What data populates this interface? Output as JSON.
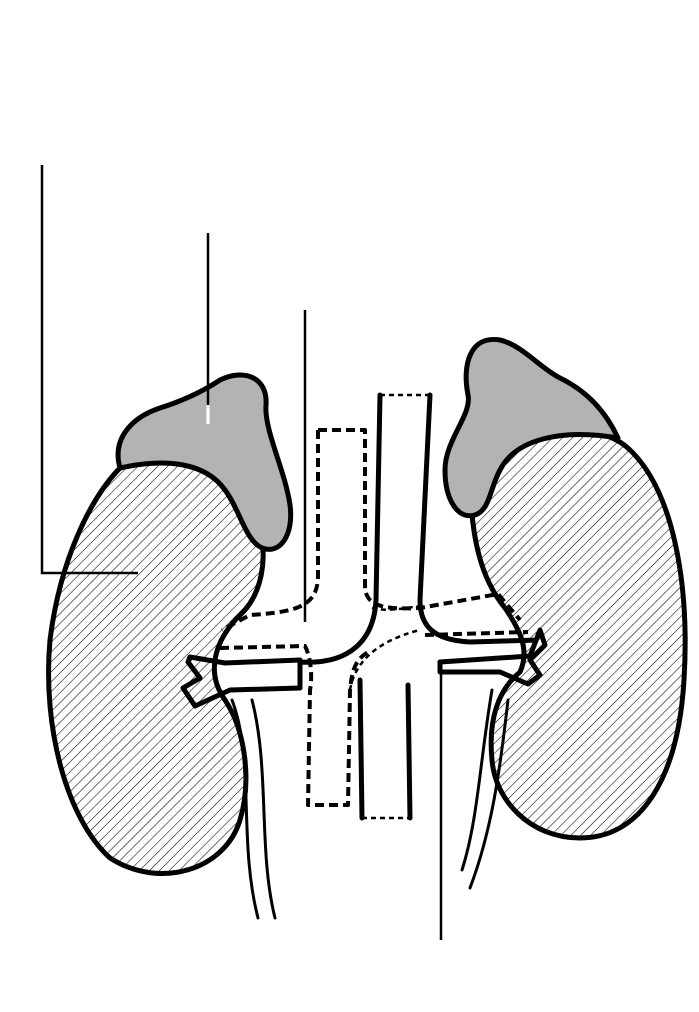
{
  "diagram": {
    "subject": "kidneys-and-adrenal-glands",
    "colors": {
      "background": "#ffffff",
      "outline": "#000000",
      "adrenal_fill": "#b3b3b3",
      "kidney_hatch": "#000000"
    },
    "parts": {
      "left_kidney": "hatched",
      "right_kidney": "hatched",
      "left_adrenal": "gray",
      "right_adrenal": "gray",
      "aorta": "solid-outline",
      "vena_cava": "dashed-outline"
    },
    "leader_lines": 4,
    "labels": []
  }
}
